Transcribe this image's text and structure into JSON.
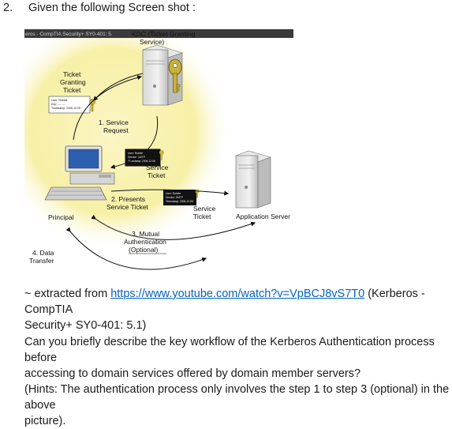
{
  "question": {
    "number": "2.",
    "heading": "Given the following Screen shot :"
  },
  "screenshot": {
    "banner": "eros - CompTIA Security+ SY0-401: 5.",
    "kdc_label": "KDC (Ticket Granting",
    "kdc_label2": "Service)",
    "tgt_label": [
      "Ticket",
      "Granting",
      "Ticket"
    ],
    "tgt_fields": [
      "User: Robbie",
      "Exp: ---- ---",
      "Timestamp: 2006-12-05"
    ],
    "step1": [
      "1. Service",
      "Request"
    ],
    "st_fields": [
      "User: Robbie",
      "Service: SMTP",
      "Timestamp: 2006-12-06"
    ],
    "service_ticket_1": [
      "Service",
      "Ticket"
    ],
    "step2": [
      "2. Presents",
      "Service Ticket"
    ],
    "service_ticket_2": [
      "Service",
      "Ticket"
    ],
    "principal": "Principal",
    "app_server": "Application Server",
    "step3": [
      "3. Mutual",
      "Authentication",
      "(Optional)"
    ],
    "step4": [
      "4. Data",
      "Transfer"
    ]
  },
  "source": {
    "prefix": "~ extracted from ",
    "url": "https://www.youtube.com/watch?v=VpBCJ8vS7T0",
    "suffix": " (Kerberos - CompTIA",
    "line2": "Security+ SY0-401: 5.1)"
  },
  "prompt": {
    "line1": "Can you briefly describe the key workflow of the Kerberos Authentication process before",
    "line2": "accessing to domain services offered by domain member servers?",
    "line3": "(Hints: The authentication process only involves the step 1 to step 3 (optional) in the above",
    "line4": "picture)."
  },
  "colors": {
    "glow": "#f7f0a6",
    "link": "#0563c1",
    "banner_bg": "#3a3a3a"
  }
}
